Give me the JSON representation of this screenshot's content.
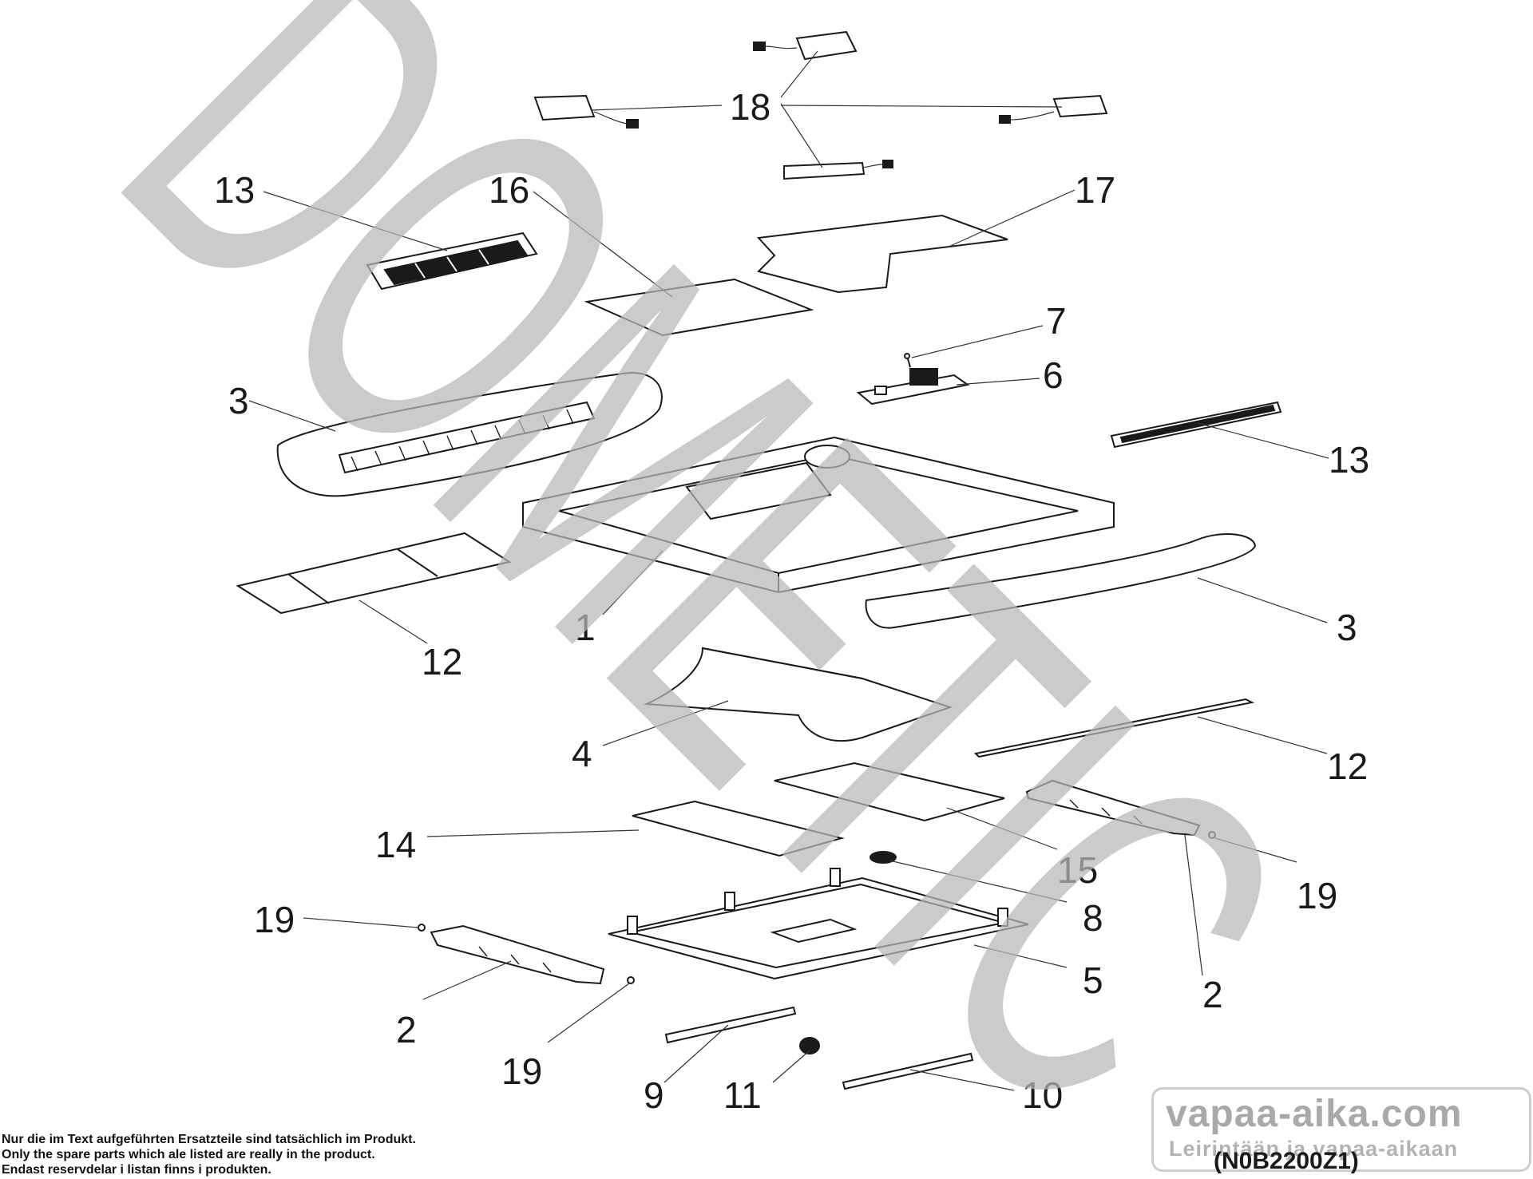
{
  "watermark": "DOMETIC",
  "labels": {
    "p1": "1",
    "p2a": "2",
    "p2b": "2",
    "p3a": "3",
    "p3b": "3",
    "p4": "4",
    "p5": "5",
    "p6": "6",
    "p7": "7",
    "p8": "8",
    "p9": "9",
    "p10": "10",
    "p11": "11",
    "p12a": "12",
    "p12b": "12",
    "p13a": "13",
    "p13b": "13",
    "p14": "14",
    "p15": "15",
    "p16": "16",
    "p17": "17",
    "p18": "18",
    "p19a": "19",
    "p19b": "19",
    "p19c": "19"
  },
  "footer": {
    "line_de": "Nur die im Text aufgeführten Ersatzteile sind tatsächlich im Produkt.",
    "line_en": "Only the spare parts which ale listed are really in the product.",
    "line_sv": "Endast reservdelar i listan finns i produkten."
  },
  "stamp": {
    "site": "vapaa-aika.com",
    "tagline": "Leirintään ja vapaa-aikaan"
  },
  "drawing_code": "(N0B2200Z1)",
  "colors": {
    "ink": "#1a1a1a",
    "watermark": "#b8b8b8"
  }
}
